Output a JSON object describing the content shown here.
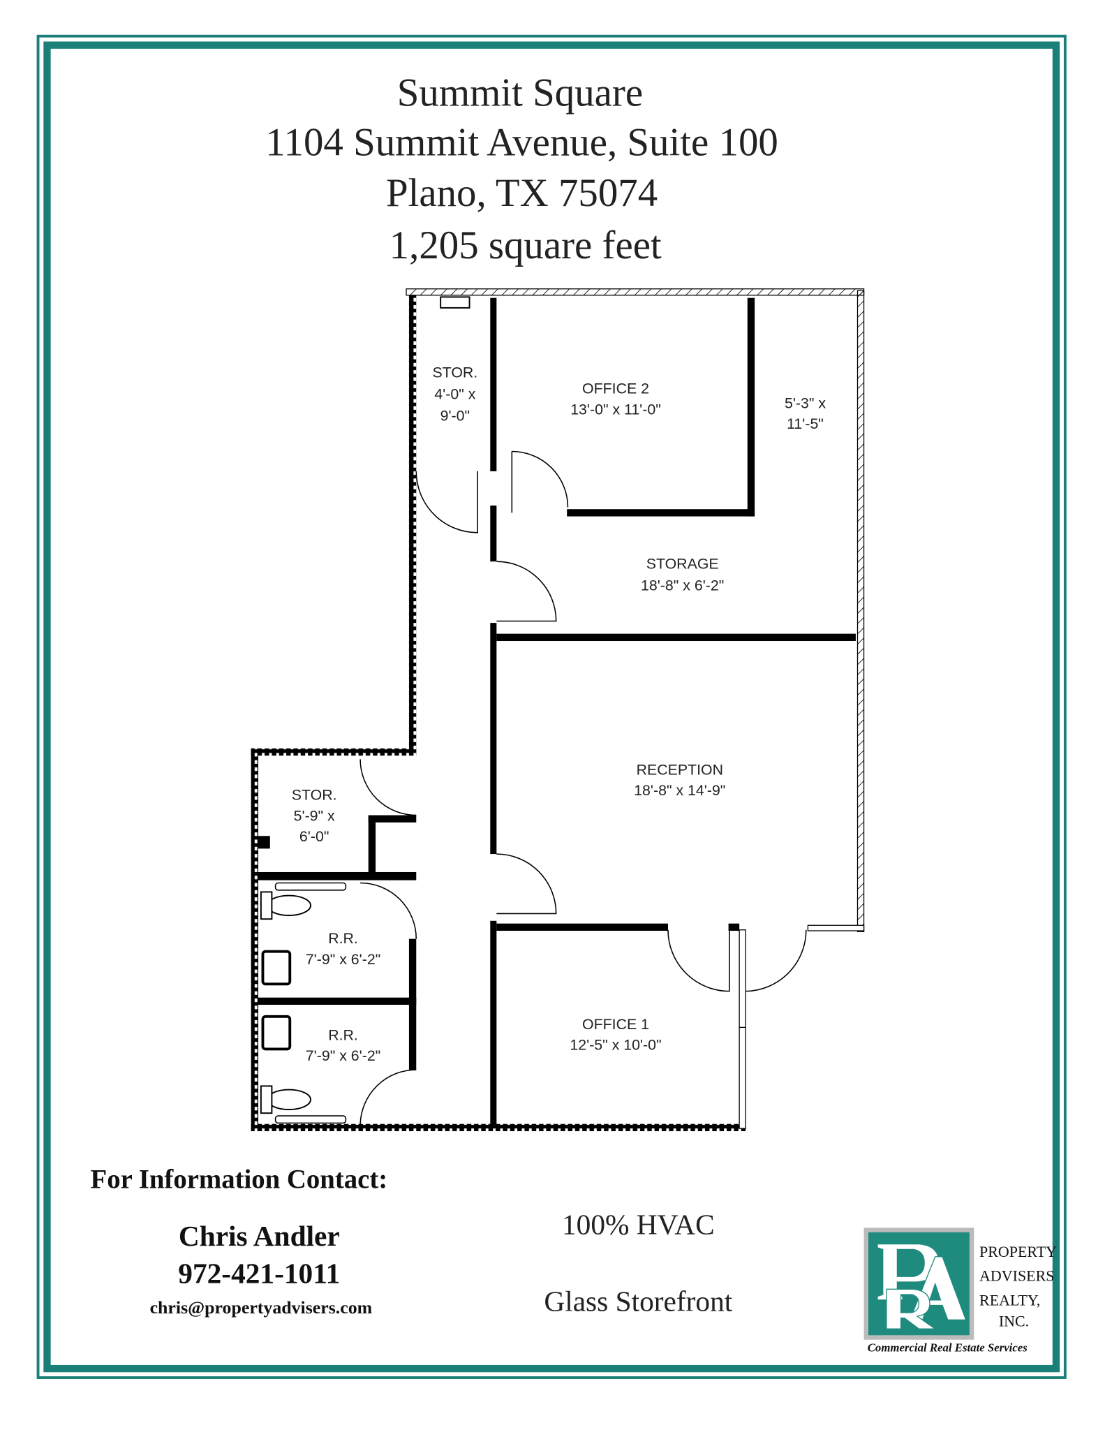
{
  "header": {
    "line1": "Summit Square",
    "line2": "1104 Summit Avenue, Suite 100",
    "line3": "Plano, TX  75074",
    "line4": "1,205 square feet"
  },
  "floor_plan": {
    "rooms": [
      {
        "name": "STOR.",
        "dims": [
          "4'-0\" x",
          "9'-0\""
        ]
      },
      {
        "name": "OFFICE 2",
        "dims": [
          "13'-0\" x 11'-0\""
        ]
      },
      {
        "name": "",
        "dims": [
          "5'-3\" x",
          "11'-5\""
        ]
      },
      {
        "name": "STORAGE",
        "dims": [
          "18'-8\" x 6'-2\""
        ]
      },
      {
        "name": "RECEPTION",
        "dims": [
          "18'-8\" x 14'-9\""
        ]
      },
      {
        "name": "STOR.",
        "dims": [
          "5'-9\" x",
          "6'-0\""
        ]
      },
      {
        "name": "R.R.",
        "dims": [
          "7'-9\" x 6'-2\""
        ]
      },
      {
        "name": "R.R.",
        "dims": [
          "7'-9\" x 6'-2\""
        ]
      },
      {
        "name": "OFFICE 1",
        "dims": [
          "12'-5\" x 10'-0\""
        ]
      }
    ]
  },
  "contact": {
    "heading": "For Information Contact:",
    "name": "Chris Andler",
    "phone": "972-421-1011",
    "email": "chris@propertyadvisers.com"
  },
  "features": [
    "100% HVAC",
    "Glass Storefront"
  ],
  "logo": {
    "monogram": "PAR",
    "lines": [
      "PROPERTY",
      "ADVISERS",
      "REALTY,",
      "INC."
    ],
    "tagline": "Commercial Real Estate Services"
  },
  "colors": {
    "frame": "#1a7f78",
    "logo_bg": "#1f8a7e"
  }
}
